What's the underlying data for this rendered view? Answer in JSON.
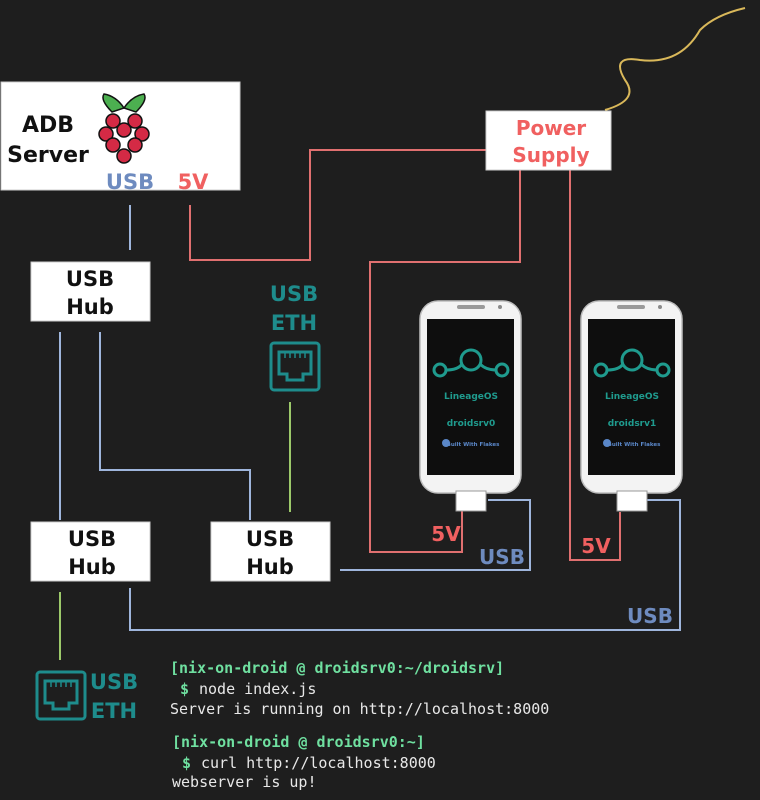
{
  "colors": {
    "background": "#1e1e1e",
    "usb_line": "#9fb6dc",
    "usb_label": "#6e8bbf",
    "power_line": "#e07070",
    "power_label": "#f06060",
    "eth": "#1e8c8c",
    "eth_line": "#9cc96a",
    "cable": "#d9b85a",
    "lineage_teal": "#1f9b8e",
    "terminal_prompt": "#6fe0a0",
    "terminal_text": "#e8e8e8"
  },
  "adb_server": {
    "line1": "ADB",
    "line2": "Server",
    "usb_label": "USB",
    "power_label": "5V",
    "icon": "raspberry-pi-icon"
  },
  "power_supply": {
    "line1": "Power",
    "line2": "Supply"
  },
  "hub_top": {
    "line1": "USB",
    "line2": "Hub"
  },
  "hub_bottom_left": {
    "line1": "USB",
    "line2": "Hub"
  },
  "hub_bottom_middle": {
    "line1": "USB",
    "line2": "Hub"
  },
  "eth_top": {
    "line1": "USB",
    "line2": "ETH",
    "icon": "ethernet-port-icon"
  },
  "eth_bottom": {
    "line1": "USB",
    "line2": "ETH",
    "icon": "ethernet-port-icon"
  },
  "phone0": {
    "os": "LineageOS",
    "hostname": "droidsrv0",
    "badge": "Built With Flakes",
    "power_label": "5V",
    "usb_label": "USB"
  },
  "phone1": {
    "os": "LineageOS",
    "hostname": "droidsrv1",
    "badge": "Built With Flakes",
    "power_label": "5V",
    "usb_label": "USB"
  },
  "terminal": {
    "block1": {
      "prompt": "[nix-on-droid @ droidsrv0:~/droidsrv]",
      "dollar": "$",
      "command": "node index.js",
      "output": "Server is running on http://localhost:8000"
    },
    "block2": {
      "prompt": "[nix-on-droid @ droidsrv0:~]",
      "dollar": "$",
      "command": "curl http://localhost:8000",
      "output": "webserver is up!"
    }
  }
}
